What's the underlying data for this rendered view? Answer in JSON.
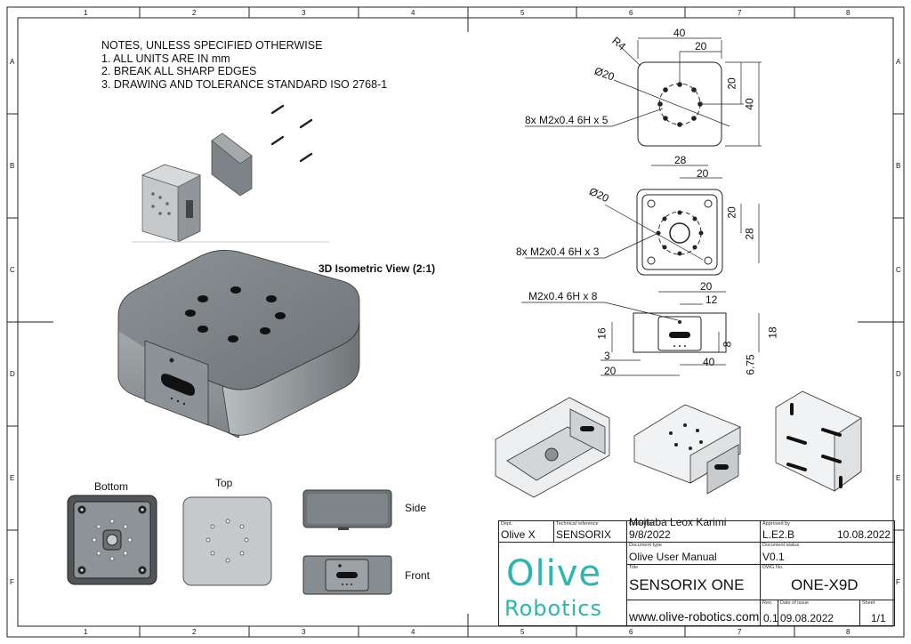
{
  "notes": {
    "heading": "NOTES, UNLESS SPECIFIED OTHERWISE",
    "lines": [
      "1. ALL UNITS ARE IN mm",
      "2. BREAK ALL SHARP EDGES",
      "3. DRAWING AND TOLERANCE STANDARD ISO 2768-1"
    ]
  },
  "border": {
    "columns": [
      "1",
      "2",
      "3",
      "4",
      "5",
      "6",
      "7",
      "8"
    ],
    "rows": [
      "A",
      "B",
      "C",
      "D",
      "E",
      "F"
    ]
  },
  "views": {
    "iso_title": "3D Isometric View (2:1)",
    "bottom": "Bottom",
    "top": "Top",
    "side": "Side",
    "front": "Front"
  },
  "dimensions": {
    "top_view": {
      "radius": "R4",
      "width_40": "40",
      "half_20": "20",
      "dia": "Ø20",
      "h_20": "20",
      "h_40": "40",
      "thread": "8x M2x0.4 6H x 5"
    },
    "bottom_view": {
      "width_28": "28",
      "half_20": "20",
      "dia": "Ø20",
      "h_20": "20",
      "h_28": "28",
      "thread": "8x M2x0.4 6H x 3"
    },
    "front_view": {
      "thread": "M2x0.4 6H x 8",
      "w_20": "20",
      "w_12": "12",
      "h_16": "16",
      "h_8": "8",
      "h_18": "18",
      "d_3": "3",
      "d_20": "20",
      "d_40": "40",
      "d_675": "6.75"
    }
  },
  "title_block": {
    "dept_caption": "Dept.",
    "dept": "Olive X",
    "techref_caption": "Technical reference",
    "techref": "SENSORIX",
    "created_caption": "Created by",
    "created": "Mojtaba Leox Karimi  9/8/2022",
    "approved_caption": "Approved by",
    "approved": "L.E2.B",
    "approved_date": "10.08.2022",
    "doctype_caption": "Document type",
    "doctype": "Olive User Manual",
    "docstatus_caption": "Document status",
    "docstatus": "V0.1",
    "title_caption": "Title",
    "title": "SENSORIX ONE",
    "dwg_caption": "DWG No.",
    "dwg": "ONE-X9D",
    "url": "www.olive-robotics.com",
    "rev_caption": "Rev.",
    "rev": "0.1",
    "issue_caption": "Date of issue",
    "issue": "09.08.2022",
    "sheet_caption": "Sheet",
    "sheet": "1/1",
    "logo_line1": "Olive",
    "logo_line2": "Robotics"
  },
  "colors": {
    "logo": "#2ab7b2",
    "body_grey": "#9aa0a3",
    "dark_grey": "#5c6366"
  }
}
